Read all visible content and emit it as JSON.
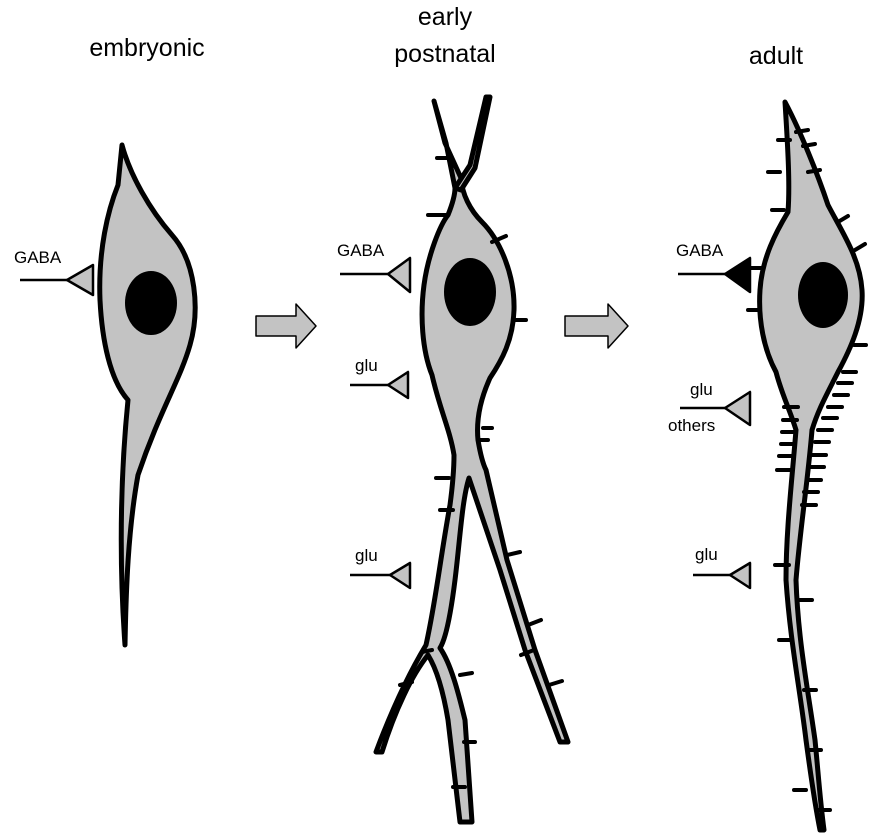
{
  "stages": [
    {
      "title_lines": [
        "embryonic"
      ],
      "synapses": [
        {
          "lines": [
            "GABA"
          ],
          "filled": false
        }
      ]
    },
    {
      "title_lines": [
        "early",
        "postnatal"
      ],
      "synapses": [
        {
          "lines": [
            "GABA"
          ],
          "filled": false
        },
        {
          "lines": [
            "glu"
          ],
          "filled": false
        },
        {
          "lines": [
            "glu"
          ],
          "filled": false
        }
      ]
    },
    {
      "title_lines": [
        "adult"
      ],
      "synapses": [
        {
          "lines": [
            "GABA"
          ],
          "filled": true
        },
        {
          "lines": [
            "glu",
            "others"
          ],
          "filled": false
        },
        {
          "lines": [
            "glu"
          ],
          "filled": false
        }
      ]
    }
  ],
  "colors": {
    "cell_fill": "#c3c3c3",
    "outline": "#000000",
    "nucleus": "#000000",
    "background": "#ffffff"
  }
}
